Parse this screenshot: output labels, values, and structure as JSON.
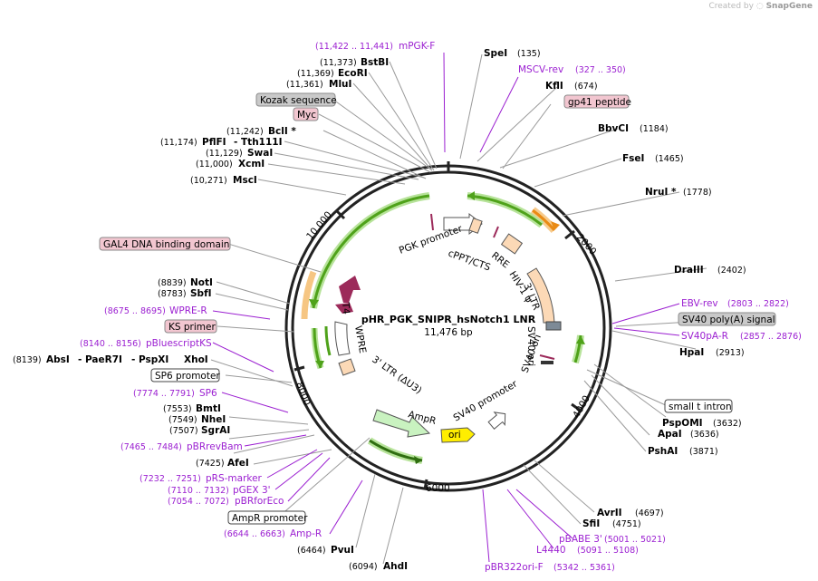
{
  "credit": {
    "prefix": "Created by",
    "brand": "SnapGene"
  },
  "plasmid": {
    "name": "pHR_PGK_SNIPR_hsNotch1 LNR",
    "size_label": "11,476 bp"
  },
  "ticks": [
    "2000",
    "4000",
    "6000",
    "8000",
    "10,000"
  ],
  "sites": {
    "SpeI": "SpeI",
    "SpeI_pos": "(135)",
    "KflI": "KflI",
    "KflI_pos": "(674)",
    "BbvCI": "BbvCI",
    "BbvCI_pos": "(1184)",
    "FseI": "FseI",
    "FseI_pos": "(1465)",
    "NruI": "NruI *",
    "NruI_pos": "(1778)",
    "DraIII": "DraIII",
    "DraIII_pos": "(2402)",
    "HpaI": "HpaI",
    "HpaI_pos": "(2913)",
    "PspOMI": "PspOMI",
    "PspOMI_pos": "(3632)",
    "ApaI": "ApaI",
    "ApaI_pos": "(3636)",
    "PshAI": "PshAI",
    "PshAI_pos": "(3871)",
    "AvrII": "AvrII",
    "AvrII_pos": "(4697)",
    "SfiI": "SfiI",
    "SfiI_pos": "(4751)",
    "AhdI": "AhdI",
    "AhdI_pos": "(6094)",
    "PvuI": "PvuI",
    "PvuI_pos": "(6464)",
    "AfeI": "AfeI",
    "AfeI_pos": "(7425)",
    "SgrAI": "SgrAI",
    "SgrAI_pos": "(7507)",
    "NheI": "NheI",
    "NheI_pos": "(7549)",
    "BmtI": "BmtI",
    "BmtI_pos": "(7553)",
    "XhoI": "XhoI",
    "PspXI": "- PspXI",
    "PaeR7I": "- PaeR7I",
    "AbsI": "AbsI",
    "AbsI_pos": "(8139)",
    "SbfI": "SbfI",
    "SbfI_pos": "(8783)",
    "NotI": "NotI",
    "NotI_pos": "(8839)",
    "MscI": "MscI",
    "MscI_pos": "(10,271)",
    "XcmI": "XcmI",
    "XcmI_pos": "(11,000)",
    "SwaI": "SwaI",
    "SwaI_pos": "(11,129)",
    "PflFI": "PflFI",
    "Tth111I": "- Tth111I",
    "PflFI_pos": "(11,174)",
    "BclI": "BclI *",
    "BclI_pos": "(11,242)",
    "MluI": "MluI",
    "MluI_pos": "(11,361)",
    "EcoRI": "EcoRI",
    "EcoRI_pos": "(11,369)",
    "BstBI": "BstBI",
    "BstBI_pos": "(11,373)"
  },
  "primers": {
    "mPGKF": "mPGK-F",
    "mPGKF_pos": "(11,422 .. 11,441)",
    "MSCVrev": "MSCV-rev",
    "MSCVrev_pos": "(327 .. 350)",
    "EBVrev": "EBV-rev",
    "EBVrev_pos": "(2803 .. 2822)",
    "SV40pAR": "SV40pA-R",
    "SV40pAR_pos": "(2857 .. 2876)",
    "pBABE3": "pBABE 3'",
    "pBABE3_pos": "(5001 .. 5021)",
    "L4440": "L4440",
    "L4440_pos": "(5091 .. 5108)",
    "pBR322oriF": "pBR322ori-F",
    "pBR322oriF_pos": "(5342 .. 5361)",
    "AmpR": "Amp-R",
    "AmpR_pos": "(6644 .. 6663)",
    "pBRforEco": "pBRforEco",
    "pBRforEco_pos": "(7054 .. 7072)",
    "pGEX3": "pGEX 3'",
    "pGEX3_pos": "(7110 .. 7132)",
    "pRSmarker": "pRS-marker",
    "pRSmarker_pos": "(7232 .. 7251)",
    "pBRrevBam": "pBRrevBam",
    "pBRrevBam_pos": "(7465 .. 7484)",
    "SP6": "SP6",
    "SP6_pos": "(7774 .. 7791)",
    "pBluescriptKS": "pBluescriptKS",
    "pBluescriptKS_pos": "(8140 .. 8156)",
    "WPRER": "WPRE-R",
    "WPRER_pos": "(8675 .. 8695)"
  },
  "boxed": {
    "kozak": "Kozak sequence",
    "myc": "Myc",
    "gp41": "gp41 peptide",
    "gal4": "GAL4 DNA binding domain",
    "sv40polyA": "SV40 poly(A) signal",
    "smallt": "small t intron",
    "ksprimer": "KS primer",
    "sp6promoter": "SP6 promoter",
    "amprpromoter": "AmpR promoter"
  },
  "features": {
    "pgk": "PGK promoter",
    "cppt": "cPPT/CTS",
    "rre": "RRE",
    "hiv": "HIV-1 ψ",
    "ltr3": "3' LTR",
    "sv40ori": "SV40 ori",
    "sv40ori2": "SV40 ori",
    "sv40prom": "SV40 promoter",
    "ori": "ori",
    "ampr": "AmpR",
    "ltr3du3": "3' LTR (ΔU3)",
    "wpre": "WPRE",
    "tm": "T4"
  },
  "colors": {
    "backbone": "#222222",
    "site_line": "#9a9a9a",
    "primer": "#9b1fd1",
    "green_arrow": "#4fa21a",
    "orange_arrow": "#f0a030",
    "box_gray": "#c9c9c9",
    "box_pink": "#f2c6d0",
    "ori_yellow": "#ffee00",
    "peach": "#fcd9b6",
    "maroon": "#9c2a5a",
    "slate": "#7d8a96"
  }
}
